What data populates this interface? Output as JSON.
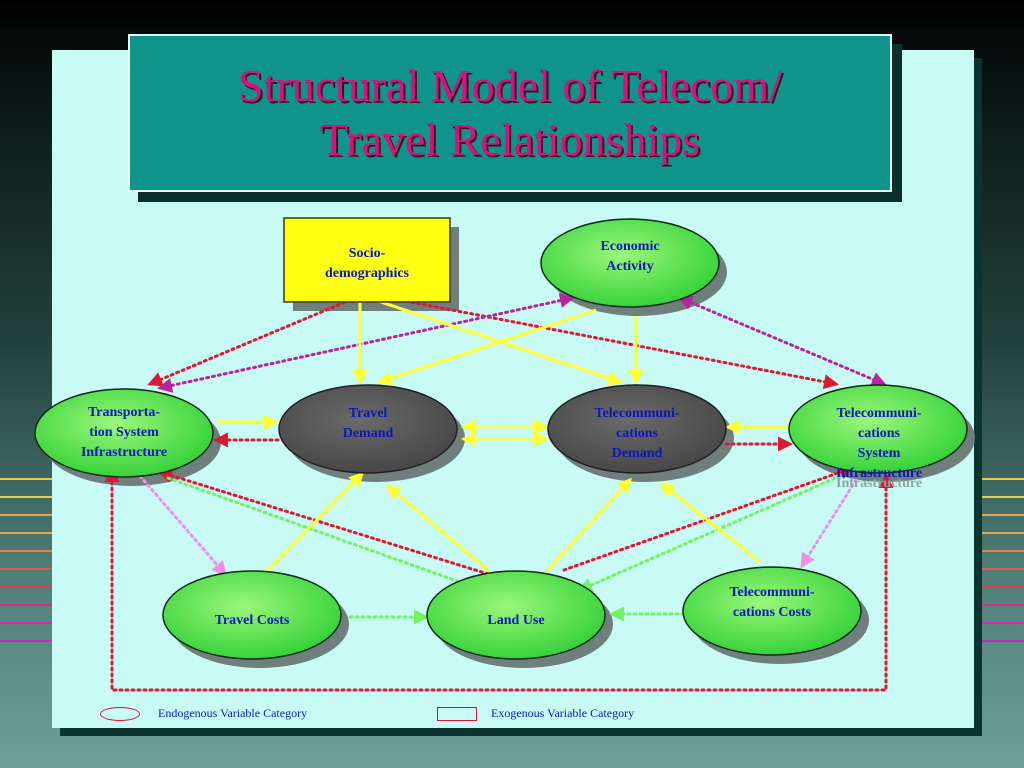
{
  "title": "Structural Model of Telecom/\nTravel Relationships",
  "nodes": {
    "socio": "Socio-\ndemographics",
    "economic": "Economic\nActivity",
    "transport": "Transporta-\ntion System\nInfrastructure",
    "travel_demand": "Travel\nDemand",
    "telecom_demand": "Telecommuni-\ncations\nDemand",
    "telecom_infra": "Telecommuni-\ncations\nSystem\nInfrastructure",
    "travel_costs": "Travel Costs",
    "land_use": "Land Use",
    "telecom_costs": "Telecommuni-\ncations Costs"
  },
  "ghost_text": "Infrastructure",
  "legend": {
    "endogenous": "Endogenous Variable Category",
    "exogenous": "Exogenous Variable Category"
  },
  "colors": {
    "title_text": "#d8127a",
    "title_bg": "#0f948b",
    "panel_bg": "#c8fbf6",
    "node_text": "#0a19b8",
    "oval_green": "#49e34a",
    "oval_gray": "#505050",
    "rect_yellow": "#ffff10",
    "arrow_yellow": "#ffff33",
    "arrow_red": "#dd1833",
    "arrow_purple": "#b8249e",
    "arrow_green": "#74f25f",
    "arrow_pink": "#f08ee8"
  }
}
